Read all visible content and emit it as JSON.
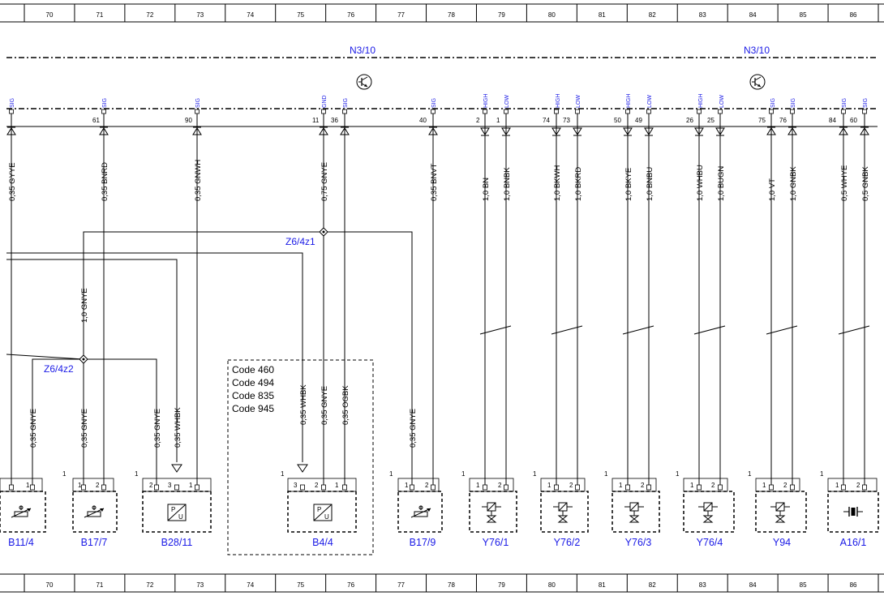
{
  "ruler": {
    "numbers": [
      "70",
      "71",
      "72",
      "73",
      "74",
      "75",
      "76",
      "77",
      "78",
      "79",
      "80",
      "81",
      "82",
      "83",
      "84",
      "85",
      "86"
    ]
  },
  "modules": [
    {
      "label": "N3/10"
    },
    {
      "label": "N3/10"
    }
  ],
  "connector_pins": [
    {
      "type": "SIG",
      "num": ""
    },
    {
      "type": "SIG",
      "num": "61"
    },
    {
      "type": "SIG",
      "num": "90"
    },
    {
      "type": "GND",
      "num": "11"
    },
    {
      "type": "SIG",
      "num": "36"
    },
    {
      "type": "SIG",
      "num": "40"
    },
    {
      "type": "HIGH",
      "num": "2"
    },
    {
      "type": "LOW",
      "num": "1"
    },
    {
      "type": "HIGH",
      "num": "74"
    },
    {
      "type": "LOW",
      "num": "73"
    },
    {
      "type": "HIGH",
      "num": "50"
    },
    {
      "type": "LOW",
      "num": "49"
    },
    {
      "type": "HIGH",
      "num": "26"
    },
    {
      "type": "LOW",
      "num": "25"
    },
    {
      "type": "SIG",
      "num": "75"
    },
    {
      "type": "SIG",
      "num": "76"
    },
    {
      "type": "SIG",
      "num": "84"
    },
    {
      "type": "SIG",
      "num": "60"
    }
  ],
  "wires_top": [
    "0,35 GYYE",
    "0,35 BNRD",
    "0,35 GNWH",
    "0,75 GNYE",
    "0,35 BNVT",
    "1,0 BN",
    "1,0 BNBK",
    "1,0 BKWH",
    "1,0 BKRD",
    "1,0 BKYE",
    "1,0 BNBU",
    "1,0 WHBU",
    "1,0 BUGN",
    "1,0 VT",
    "1,0 GNBK",
    "0,5 WHYE",
    "0,5 GNBK"
  ],
  "wires_mid": [
    "1,0 GNYE"
  ],
  "wires_bottom": [
    "0,35 GNYE",
    "0,35 GNYE",
    "0,35 GNYE",
    "0,35 WHBK",
    "0,35 WHBK",
    "0,35 GNYE",
    "0,35 OGBK",
    "0,35 GNYE"
  ],
  "splices": [
    {
      "label": "Z6/4z1"
    },
    {
      "label": "Z6/4z2"
    }
  ],
  "code_box": {
    "lines": [
      "Code 460",
      "Code 494",
      "Code 835",
      "Code 945"
    ]
  },
  "components": [
    {
      "label": "B11/4",
      "pins": [
        "1"
      ],
      "corner": "",
      "symbol": "temperature-sensor-icon"
    },
    {
      "label": "B17/7",
      "pins": [
        "1",
        "2"
      ],
      "corner": "1",
      "symbol": "temperature-sensor-icon"
    },
    {
      "label": "B28/11",
      "pins": [
        "2",
        "3",
        "1"
      ],
      "corner": "1",
      "symbol": "pressure-sensor-icon"
    },
    {
      "label": "B4/4",
      "pins": [
        "3",
        "2",
        "1"
      ],
      "corner": "1",
      "symbol": "pressure-sensor-icon"
    },
    {
      "label": "B17/9",
      "pins": [
        "1",
        "2"
      ],
      "corner": "1",
      "symbol": "temperature-sensor-icon"
    },
    {
      "label": "Y76/1",
      "pins": [
        "1",
        "2"
      ],
      "corner": "1",
      "symbol": "solenoid-valve-icon"
    },
    {
      "label": "Y76/2",
      "pins": [
        "1",
        "2"
      ],
      "corner": "1",
      "symbol": "solenoid-valve-icon"
    },
    {
      "label": "Y76/3",
      "pins": [
        "1",
        "2"
      ],
      "corner": "1",
      "symbol": "solenoid-valve-icon"
    },
    {
      "label": "Y76/4",
      "pins": [
        "1",
        "2"
      ],
      "corner": "1",
      "symbol": "solenoid-valve-icon"
    },
    {
      "label": "Y94",
      "pins": [
        "1",
        "2"
      ],
      "corner": "1",
      "symbol": "solenoid-valve-icon"
    },
    {
      "label": "A16/1",
      "pins": [
        "1",
        "2"
      ],
      "corner": "1",
      "symbol": "knock-sensor-icon"
    }
  ],
  "colors": {
    "line": "#000000",
    "label_blue": "#1a1ae6"
  }
}
